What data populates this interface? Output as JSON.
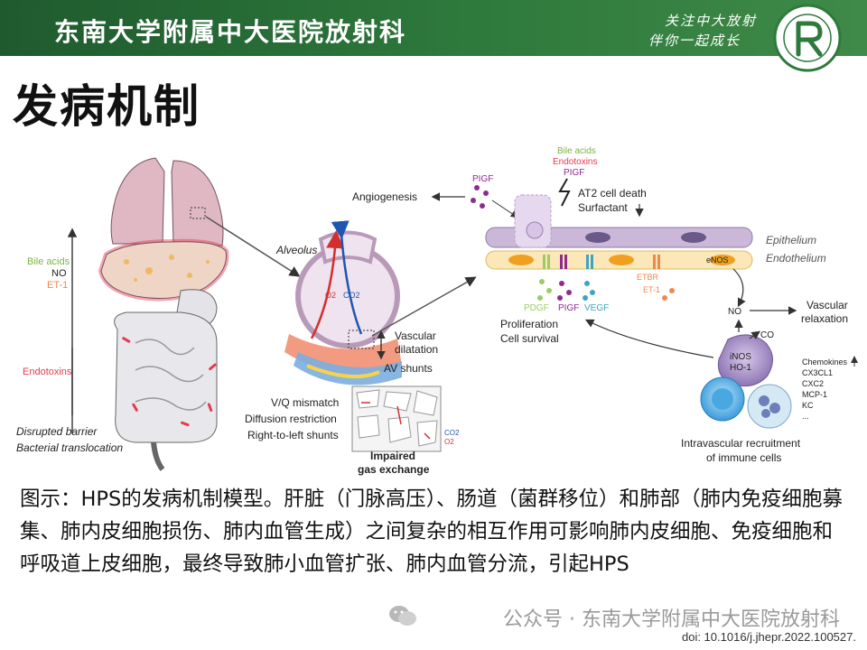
{
  "header": {
    "title": "东南大学附属中大医院放射科",
    "slogan_line1": "关注中大放射",
    "slogan_line2": "伴你一起成长"
  },
  "slide": {
    "title": "发病机制"
  },
  "figure": {
    "liver_labels": {
      "bile_acids": "Bile acids",
      "no": "NO",
      "et1": "ET-1"
    },
    "endotoxins": "Endotoxins",
    "barrier_line1": "Disrupted barrier",
    "barrier_line2": "Bacterial translocation",
    "alveolus": "Alveolus",
    "o2": "O2",
    "co2": "CO2",
    "vascular_dilatation_1": "Vascular",
    "vascular_dilatation_2": "dilatation",
    "av_shunts": "AV shunts",
    "vq": "V/Q mismatch",
    "diffusion": "Diffusion restriction",
    "rtl": "Right-to-left shunts",
    "impaired_1": "Impaired",
    "impaired_2": "gas exchange",
    "top_bile": "Bile acids",
    "top_endo": "Endotoxins",
    "top_pigf": "PIGF",
    "angiogenesis": "Angiogenesis",
    "pigf_left": "PIGF",
    "at2": "AT2 cell death",
    "surfactant": "Surfactant",
    "epithelium": "Epithelium",
    "endothelium": "Endothelium",
    "enos": "eNOS",
    "etbr": "ETBR",
    "et1_cell": "ET-1",
    "pdgf": "PDGF",
    "pigf": "PIGF",
    "vegf": "VEGF",
    "no_label": "NO",
    "vascular_relax_1": "Vascular",
    "vascular_relax_2": "relaxation",
    "prolif": "Proliferation",
    "survival": "Cell survival",
    "co": "CO",
    "inos": "iNOS",
    "ho1": "HO-1",
    "chemokines": "Chemokines",
    "chemokine_list": [
      "CX3CL1",
      "CXC2",
      "MCP-1",
      "KC",
      "..."
    ],
    "recruit_1": "Intravascular recruitment",
    "recruit_2": "of immune cells"
  },
  "caption": {
    "text": "图示：HPS的发病机制模型。肝脏（门脉高压）、肠道（菌群移位）和肺部（肺内免疫细胞募集、肺内皮细胞损伤、肺内血管生成）之间复杂的相互作用可影响肺内皮细胞、免疫细胞和呼吸道上皮细胞，最终导致肺小血管扩张、肺内血管分流，引起HPS"
  },
  "watermark": "公众号 · 东南大学附属中大医院放射科",
  "doi": "doi: 10.1016/j.jhepr.2022.100527.",
  "colors": {
    "header_green": "#2e7a3c",
    "bile_green": "#7cb342",
    "et1_orange": "#f0884a",
    "endotoxin_red": "#e53950",
    "pigf_purple": "#8e2b8e",
    "vegf_teal": "#3aa6c0"
  },
  "icons": [
    "hospital-logo",
    "wechat-icon"
  ]
}
